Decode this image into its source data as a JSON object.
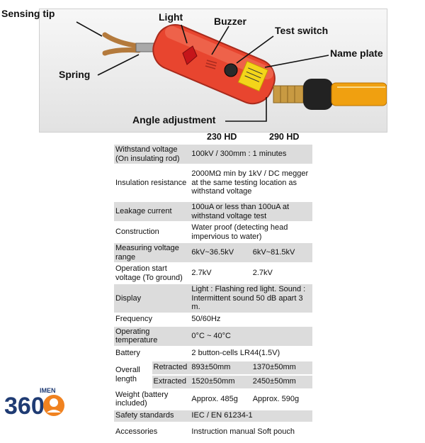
{
  "callouts": {
    "sensing_tip": "Sensing tip",
    "light": "Light",
    "buzzer": "Buzzer",
    "test_switch": "Test switch",
    "name_plate": "Name plate",
    "spring": "Spring",
    "angle_adjustment": "Angle adjustment"
  },
  "table": {
    "model_1": "230 HD",
    "model_2": "290 HD",
    "rows": {
      "withstand": {
        "label": "Withstand voltage (On insulating rod)",
        "value": "100kV / 300mm : 1 minutes"
      },
      "insulation": {
        "label": "Insulation resistance",
        "value": "2000MΩ min by 1kV / DC megger at the same testing location as withstand voltage"
      },
      "leakage": {
        "label": "Leakage current",
        "value": "100uA or less than 100uA at withstand voltage test"
      },
      "construction": {
        "label": "Construction",
        "value": "Water proof (detecting head impervious to water)"
      },
      "measuring": {
        "label": "Measuring voltage range",
        "v1": "6kV~36.5kV",
        "v2": "6kV~81.5kV"
      },
      "operation": {
        "label": "Operation start voltage (To ground)",
        "v1": "2.7kV",
        "v2": "2.7kV"
      },
      "display": {
        "label": "Display",
        "value": "Light : Flashing red light. Sound : Intermittent sound 50 dB apart 3 m."
      },
      "frequency": {
        "label": "Frequency",
        "value": "50/60Hz"
      },
      "temperature": {
        "label": "Operating temperature",
        "value": "0°C ~ 40°C"
      },
      "battery": {
        "label": "Battery",
        "value": "2 button-cells LR44(1.5V)"
      },
      "length": {
        "label": "Overall length",
        "retracted": {
          "label": "Retracted",
          "v1": "893±50mm",
          "v2": "1370±50mm"
        },
        "extracted": {
          "label": "Extracted",
          "v1": "1520±50mm",
          "v2": "2450±50mm"
        }
      },
      "weight": {
        "label": "Weight (battery included)",
        "v1": "Approx. 485g",
        "v2": "Approx. 590g"
      },
      "safety": {
        "label": "Safety standards",
        "value": "IEC / EN 61234-1"
      },
      "accessories": {
        "label": "Accessories",
        "value": "Instruction manual Soft pouch"
      }
    }
  },
  "logo": {
    "brand_digits": "360",
    "brand_word": "IMEN"
  },
  "colors": {
    "detector_body": "#e8452f",
    "handle": "#f0a010",
    "grip": "#222222",
    "row_shade": "#dcdcdc",
    "name_plate": "#f3d51a"
  }
}
